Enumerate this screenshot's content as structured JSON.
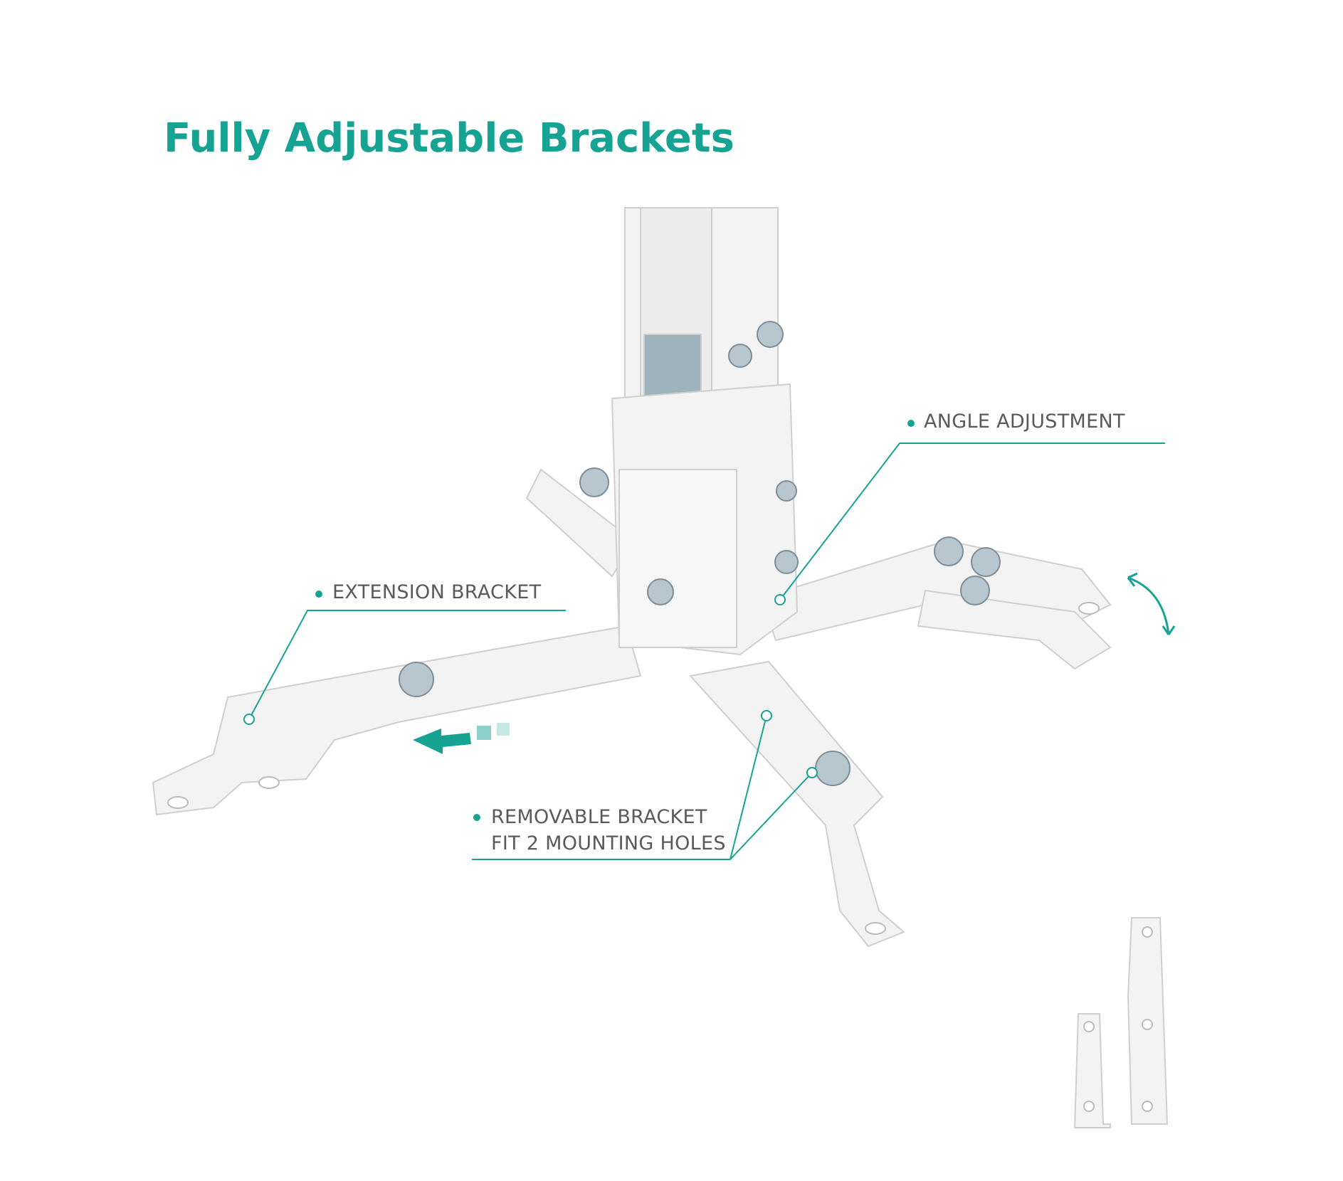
{
  "title": "Fully Adjustable Brackets",
  "callouts": {
    "angle": "ANGLE ADJUSTMENT",
    "extension": "EXTENSION BRACKET",
    "removable_line1": "REMOVABLE BRACKET",
    "removable_line2": "FIT 2 MOUNTING HOLES"
  },
  "colors": {
    "accent": "#17a394",
    "text": "#5a5a5a",
    "metal": "#f4f4f4",
    "outline": "#c9c9c9"
  }
}
